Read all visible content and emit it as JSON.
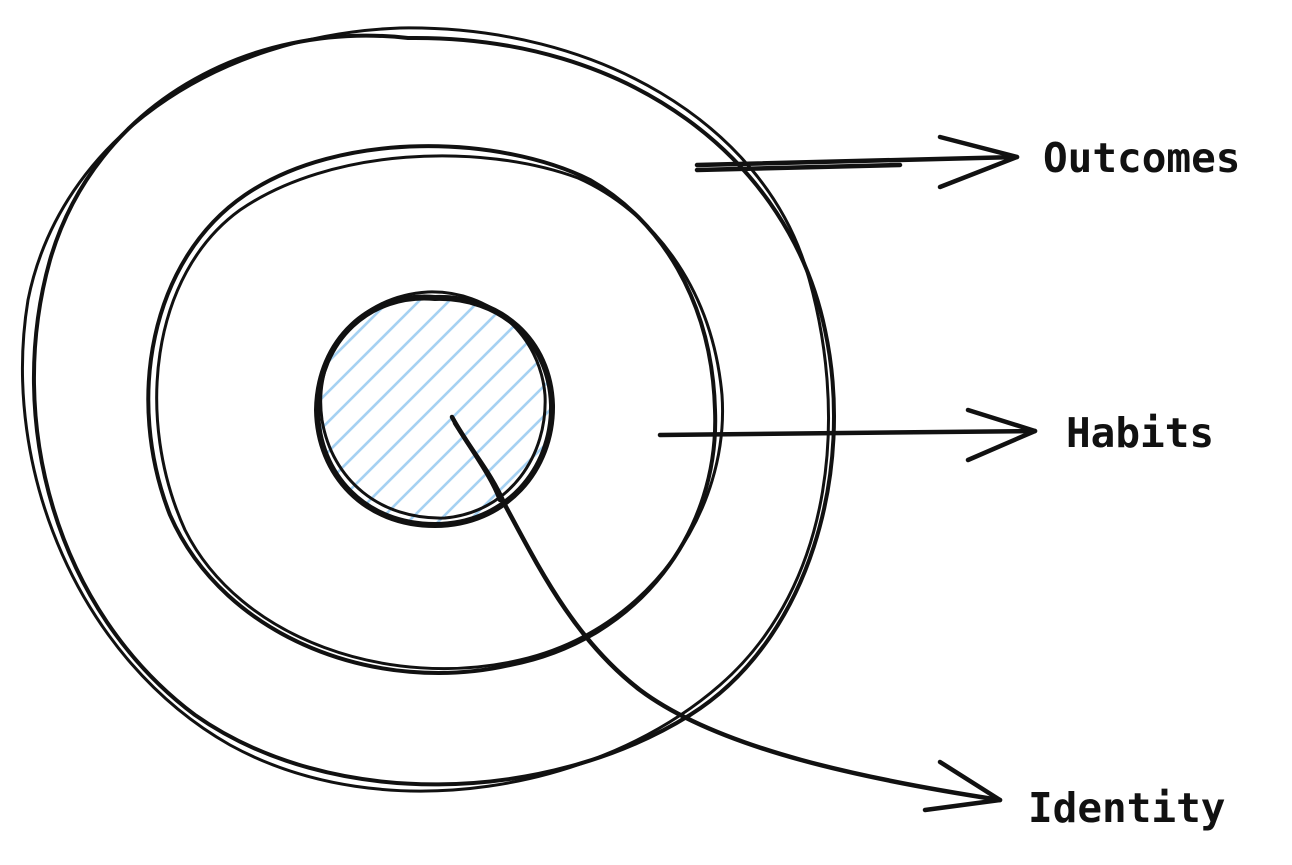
{
  "diagram": {
    "labels": {
      "outcomes": "Outcomes",
      "habits": "Habits",
      "identity": "Identity"
    },
    "colors": {
      "stroke": "#111111",
      "hatch": "#a5d1f2",
      "background": "#ffffff"
    }
  }
}
